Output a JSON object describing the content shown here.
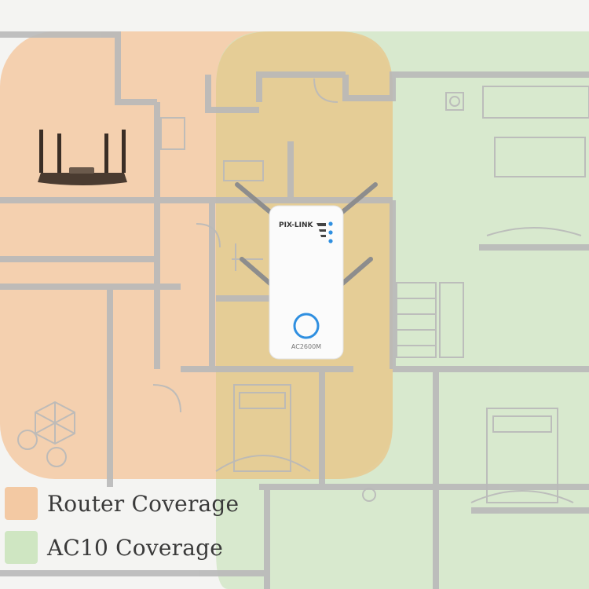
{
  "extender": {
    "brand": "PIX-LINK",
    "model": "AC2600M"
  },
  "legend": {
    "router_label": "Router Coverage",
    "ac10_label": "AC10 Coverage"
  },
  "colors": {
    "router_zone": "#f3c9a3",
    "ac10_zone": "#cfe6c2",
    "overlap_zone": "#e7c98f",
    "wall": "#bdbdbd",
    "led_blue": "#2f8fe0"
  }
}
